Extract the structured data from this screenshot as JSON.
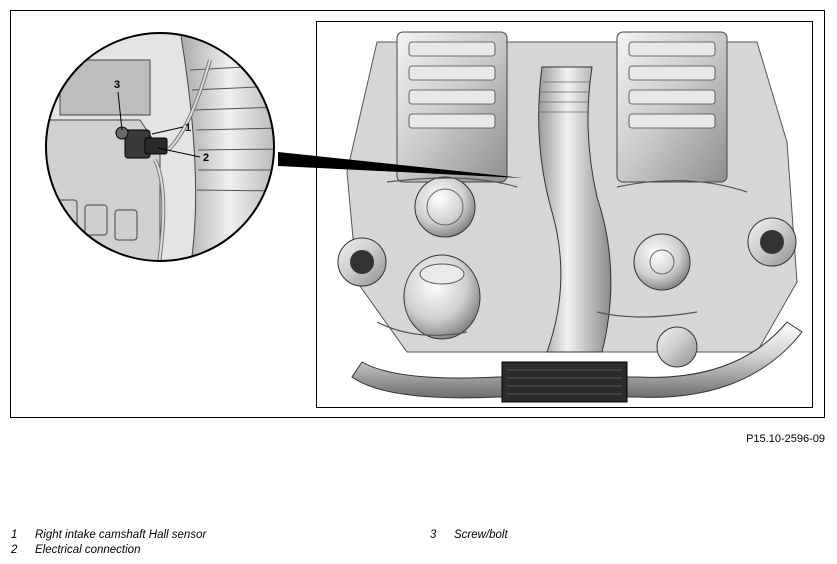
{
  "figure": {
    "code": "P15.10-2596-09",
    "callouts": {
      "c1": "1",
      "c2": "2",
      "c3": "3"
    }
  },
  "legend": {
    "left": [
      {
        "num": "1",
        "text": "Right intake camshaft Hall sensor"
      },
      {
        "num": "2",
        "text": "Electrical connection"
      }
    ],
    "right": [
      {
        "num": "3",
        "text": "Screw/bolt"
      }
    ]
  }
}
